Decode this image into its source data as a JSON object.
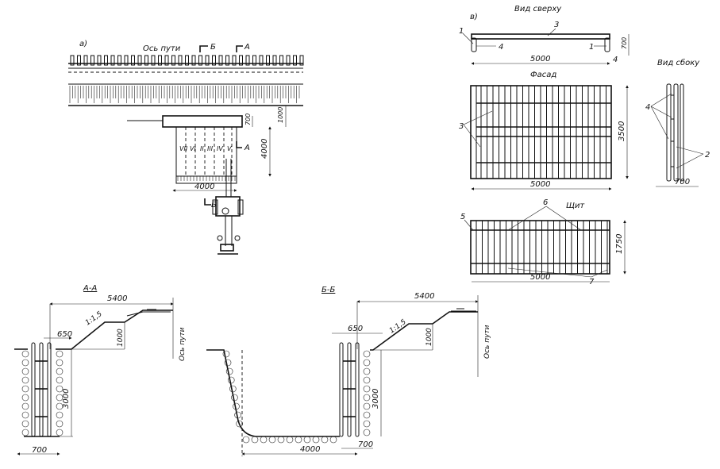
{
  "panel_a": {
    "label": "а)",
    "track_axis": "Ось пути",
    "section_b": "Б",
    "section_a": "А",
    "section_a2": "А",
    "section_b2": "Б",
    "roman": [
      "VII",
      "VI",
      "II",
      "III",
      "IV",
      "V"
    ],
    "dims": {
      "width": "4000",
      "depth": "4000",
      "offset": "1000",
      "shield": "700"
    }
  },
  "panel_v": {
    "label": "в)",
    "top_view": "Вид сверху",
    "facade": "Фасад",
    "side_view": "Вид сбоку",
    "shield": "Щит",
    "dims": {
      "top_length": "5000",
      "top_width": "700",
      "facade_length": "5000",
      "facade_height": "3500",
      "side_width": "700",
      "shield_height": "1750",
      "shield_length": "5000"
    },
    "callouts": {
      "c1a": "1",
      "c1b": "1",
      "c3": "3",
      "c4a": "4",
      "c4b": "4",
      "c3f": "3",
      "c4s": "4",
      "c2s": "2",
      "c5": "5",
      "c6": "6",
      "c7": "7"
    }
  },
  "section_aa": {
    "title": "А-А",
    "dims": {
      "total": "5400",
      "berm": "650",
      "slope": "1:1,5",
      "step": "1000",
      "depth": "3000",
      "width": "700"
    },
    "track_axis": "Ось пути"
  },
  "section_bb": {
    "title": "Б-Б",
    "dims": {
      "total": "5400",
      "berm": "650",
      "slope": "1:1,5",
      "step": "1000",
      "depth": "3000",
      "bottom": "4000",
      "width": "700"
    },
    "track_axis": "Ось пути"
  }
}
